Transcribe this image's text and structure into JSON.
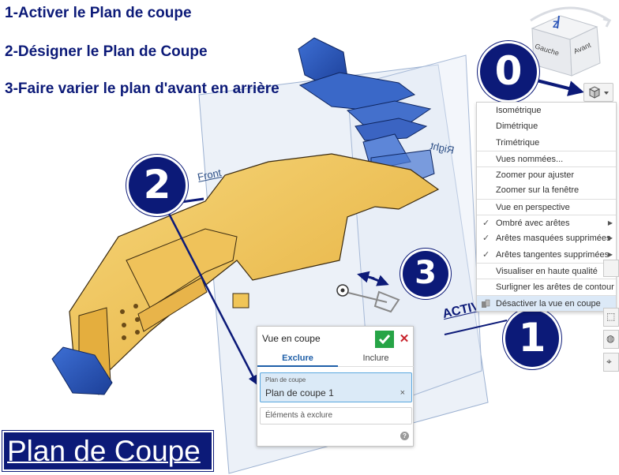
{
  "instructions": {
    "step1": "1-Activer le Plan de coupe",
    "step2": "2-Désigner le Plan de Coupe",
    "step3": "3-Faire varier le plan d'avant en arrière"
  },
  "title": "Plan de Coupe",
  "badges": {
    "b0": "0",
    "b1": "1",
    "b2": "2",
    "b3": "3"
  },
  "activer_label": "ACTIVER",
  "view_cube": {
    "face_top": "Z",
    "face_left": "Gauche",
    "face_right": "Avant"
  },
  "plane_labels": {
    "front": "Front",
    "right": "Right"
  },
  "view_menu": {
    "items": [
      {
        "label": "Isométrique",
        "checked": false,
        "submenu": false
      },
      {
        "label": "Dimétrique",
        "checked": false,
        "submenu": false
      },
      {
        "label": "Trimétrique",
        "checked": false,
        "submenu": false
      },
      {
        "label": "Vues nommées...",
        "checked": false,
        "submenu": false
      },
      {
        "label": "Zoomer pour ajuster",
        "checked": false,
        "submenu": false
      },
      {
        "label": "Zoomer sur la fenêtre",
        "checked": false,
        "submenu": false
      },
      {
        "label": "Vue en perspective",
        "checked": false,
        "submenu": false
      },
      {
        "label": "Ombré avec arêtes",
        "checked": true,
        "submenu": true
      },
      {
        "label": "Arêtes masquées supprimées",
        "checked": true,
        "submenu": true
      },
      {
        "label": "Arêtes tangentes supprimées",
        "checked": true,
        "submenu": true
      },
      {
        "label": "Visualiser en haute qualité",
        "checked": false,
        "submenu": false
      },
      {
        "label": "Surligner les arêtes de contour",
        "checked": false,
        "submenu": false
      },
      {
        "label": "Désactiver la vue en coupe",
        "checked": false,
        "submenu": false
      }
    ]
  },
  "section_panel": {
    "title": "Vue en coupe",
    "tab_exclude": "Exclure",
    "tab_include": "Inclure",
    "plane_field_label": "Plan de coupe",
    "plane_field_value": "Plan de coupe 1",
    "exclude_placeholder": "Éléments à exclure",
    "help_glyph": "?",
    "close_glyph": "✕",
    "clear_glyph": "×"
  },
  "colors": {
    "accent_navy": "#0c1a78",
    "part_yellow": "#f0c558",
    "part_blue": "#2b55b8",
    "plane_blue": "#dde6f3",
    "ok_green": "#26a446",
    "close_red": "#c8222b",
    "menu_active": "#dce9f7"
  }
}
